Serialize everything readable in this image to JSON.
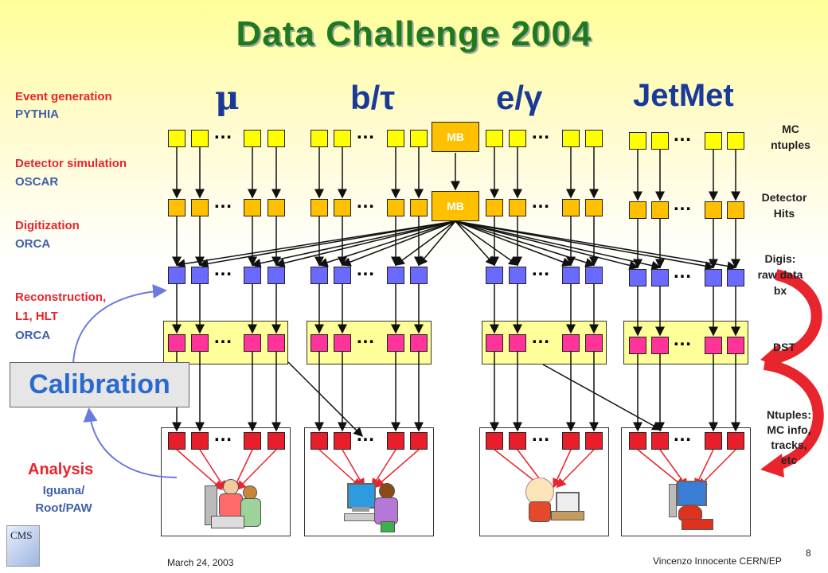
{
  "title": "Data Challenge 2004",
  "columns": {
    "mu": "μ",
    "btau": "b/τ",
    "egamma": "e/γ",
    "jetmet": "JetMet"
  },
  "left_labels": {
    "event_generation": "Event generation",
    "pythia": "PYTHIA",
    "detector_simulation": "Detector simulation",
    "oscar": "OSCAR",
    "digitization": "Digitization",
    "orca1": "ORCA",
    "reconstruction_line1": "Reconstruction,",
    "reconstruction_line2": "L1, HLT",
    "orca2": "ORCA",
    "analysis": "Analysis",
    "analysis_tools_line1": "Iguana/",
    "analysis_tools_line2": "Root/PAW"
  },
  "calibration": "Calibration",
  "mb_label": "MB",
  "ellipsis": "…",
  "right_labels": {
    "mc_line1": "MC",
    "mc_line2": "ntuples",
    "det_line1": "Detector",
    "det_line2": "Hits",
    "digis_line1": "Digis:",
    "digis_line2": "raw data",
    "digis_line3": "bx",
    "dst": "DST",
    "ntuples_line1": "Ntuples:",
    "ntuples_line2": "MC info,",
    "ntuples_line3": "tracks,",
    "ntuples_line4": "etc"
  },
  "footer": {
    "date": "March 24, 2003",
    "author": "Vincenzo Innocente CERN/EP",
    "page": "8"
  },
  "logo_text": "CMS",
  "colors": {
    "title": "#1f7a1f",
    "stage_label": "#e8242c",
    "tool_label": "#3f5fa8",
    "column_label": "#1a3a9a",
    "calibration": "#2a6ad0"
  }
}
